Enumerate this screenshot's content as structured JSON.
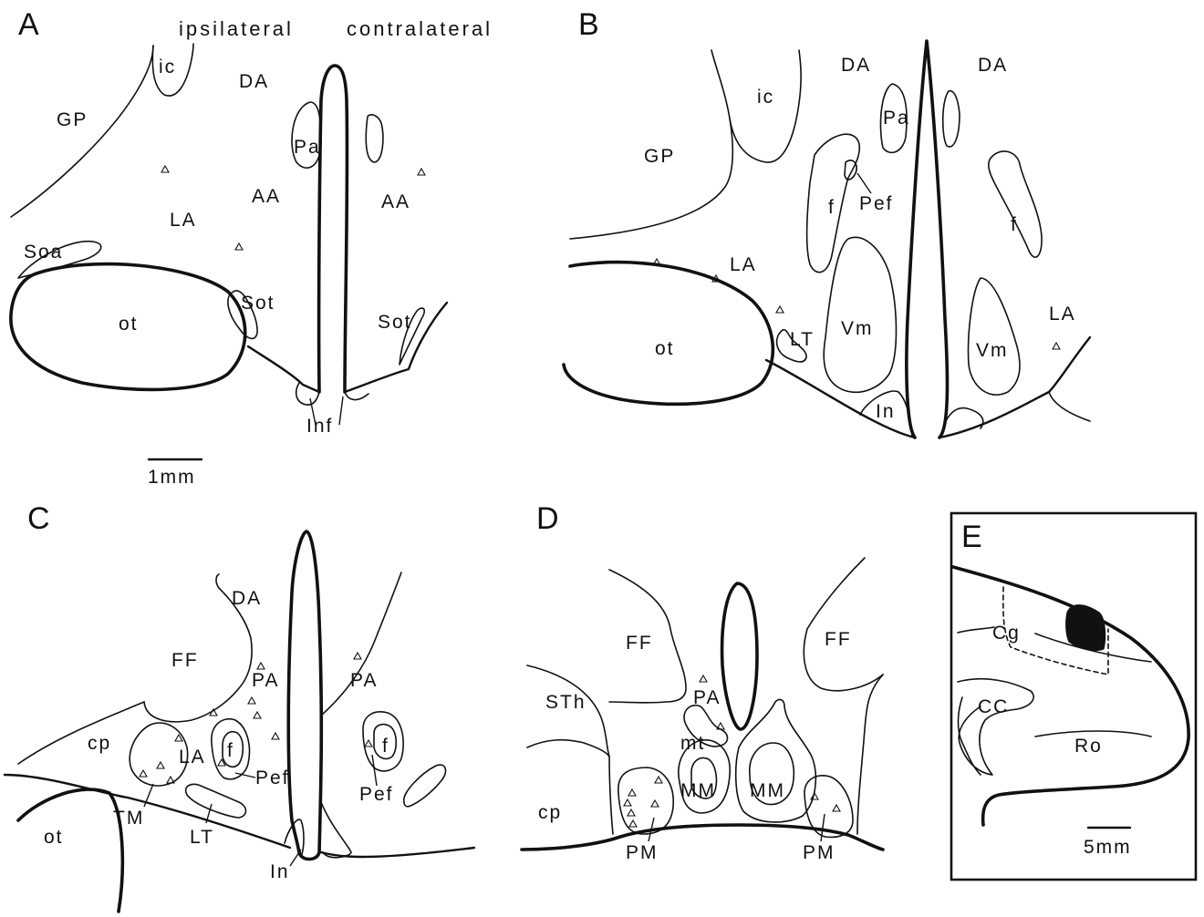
{
  "panels": {
    "A": {
      "letter": "A",
      "header_left": "ipsilateral",
      "header_right": "contralateral",
      "labels": {
        "ic": "ic",
        "DA": "DA",
        "GP": "GP",
        "Pa": "Pa",
        "AA_left": "AA",
        "AA_right": "AA",
        "LA": "LA",
        "Soa": "Soa",
        "ot": "ot",
        "Sot_left": "Sot",
        "Sot_right": "Sot",
        "Inf": "Inf"
      },
      "scale_bar": "1mm"
    },
    "B": {
      "letter": "B",
      "labels": {
        "DA_left": "DA",
        "DA_right": "DA",
        "ic": "ic",
        "Pa": "Pa",
        "GP": "GP",
        "Pef": "Pef",
        "f_left": "f",
        "f_right": "f",
        "LA_left": "LA",
        "LA_right": "LA",
        "ot": "ot",
        "LT": "LT",
        "Vm_left": "Vm",
        "Vm_right": "Vm",
        "In": "In"
      }
    },
    "C": {
      "letter": "C",
      "labels": {
        "DA": "DA",
        "FF": "FF",
        "PA_left": "PA",
        "PA_right": "PA",
        "cp": "cp",
        "LA": "LA",
        "f_left": "f",
        "f_right": "f",
        "Pef_left": "Pef",
        "Pef_right": "Pef",
        "TM": "TM",
        "LT": "LT",
        "ot": "ot",
        "In": "In"
      }
    },
    "D": {
      "letter": "D",
      "labels": {
        "FF_left": "FF",
        "FF_right": "FF",
        "PA": "PA",
        "STh": "STh",
        "mt": "mt",
        "MM_left": "MM",
        "MM_right": "MM",
        "cp": "cp",
        "PM_left": "PM",
        "PM_right": "PM"
      }
    },
    "E": {
      "letter": "E",
      "labels": {
        "Cg": "Cg",
        "CC": "CC",
        "Ro": "Ro"
      },
      "scale_bar": "5mm"
    }
  }
}
